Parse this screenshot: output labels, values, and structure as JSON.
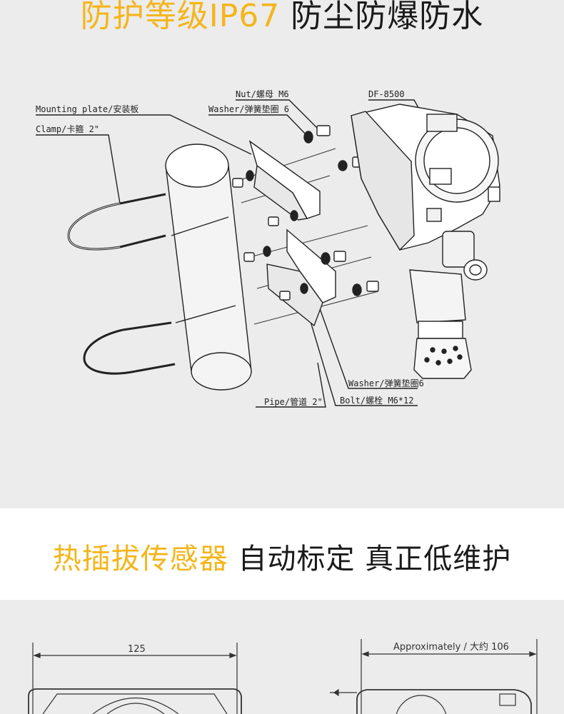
{
  "header": {
    "title_highlight": "防护等级IP67",
    "title_rest": "防尘防爆防水"
  },
  "diagram": {
    "labels": {
      "nut": "Nut/螺母 M6",
      "washer_top": "Washer/弹簧垫圈 6",
      "mounting_plate": "Mounting plate/安装板",
      "clamp": "Clamp/卡箍 2\"",
      "model": "DF-8500",
      "washer_bottom": "Washer/弹簧垫圈6",
      "bolt": "Bolt/螺栓 M6*12",
      "pipe": "Pipe/管道 2\""
    }
  },
  "feature": {
    "highlight": "热插拔传感器",
    "rest": "自动标定 真正低维护"
  },
  "dimensions": {
    "width_label": "125",
    "depth_label": "Approximately / 大约 106"
  },
  "colors": {
    "accent": "#f5b51a",
    "band": "#ececec"
  }
}
